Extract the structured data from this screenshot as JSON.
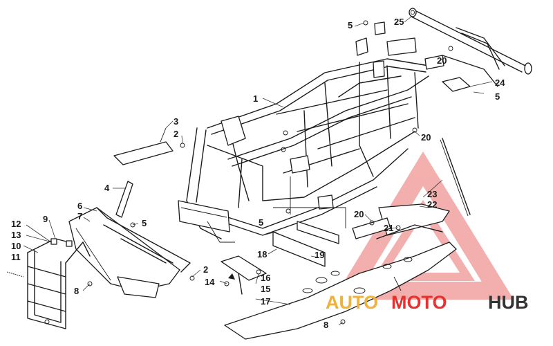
{
  "diagram": {
    "callouts": [
      {
        "id": "c1",
        "text": "1"
      },
      {
        "id": "c2a",
        "text": "2"
      },
      {
        "id": "c2b",
        "text": "2"
      },
      {
        "id": "c3",
        "text": "3"
      },
      {
        "id": "c4",
        "text": "4"
      },
      {
        "id": "c5a",
        "text": "5"
      },
      {
        "id": "c5b",
        "text": "5"
      },
      {
        "id": "c5c",
        "text": "5"
      },
      {
        "id": "c5d",
        "text": "5"
      },
      {
        "id": "c6",
        "text": "6"
      },
      {
        "id": "c7",
        "text": "7"
      },
      {
        "id": "c8a",
        "text": "8"
      },
      {
        "id": "c8b",
        "text": "8"
      },
      {
        "id": "c9",
        "text": "9"
      },
      {
        "id": "c10",
        "text": "10"
      },
      {
        "id": "c11",
        "text": "11"
      },
      {
        "id": "c12",
        "text": "12"
      },
      {
        "id": "c13",
        "text": "13"
      },
      {
        "id": "c14",
        "text": "14"
      },
      {
        "id": "c15",
        "text": "15"
      },
      {
        "id": "c16",
        "text": "16"
      },
      {
        "id": "c17",
        "text": "17"
      },
      {
        "id": "c18",
        "text": "18"
      },
      {
        "id": "c19",
        "text": "19"
      },
      {
        "id": "c20a",
        "text": "20"
      },
      {
        "id": "c20b",
        "text": "20"
      },
      {
        "id": "c20c",
        "text": "20"
      },
      {
        "id": "c21",
        "text": "21"
      },
      {
        "id": "c22",
        "text": "22"
      },
      {
        "id": "c23",
        "text": "23"
      },
      {
        "id": "c24",
        "text": "24"
      },
      {
        "id": "c25",
        "text": "25"
      }
    ]
  },
  "watermark": {
    "word_auto": "AUTO",
    "word_moto": "MOTO",
    "word_hub": "HUB",
    "accent_color": "#e8302e",
    "accent_soft": "#f2a29f",
    "gold_color": "#f0b23a",
    "dark_color": "#333333",
    "icon": "warning-triangle-icon"
  }
}
